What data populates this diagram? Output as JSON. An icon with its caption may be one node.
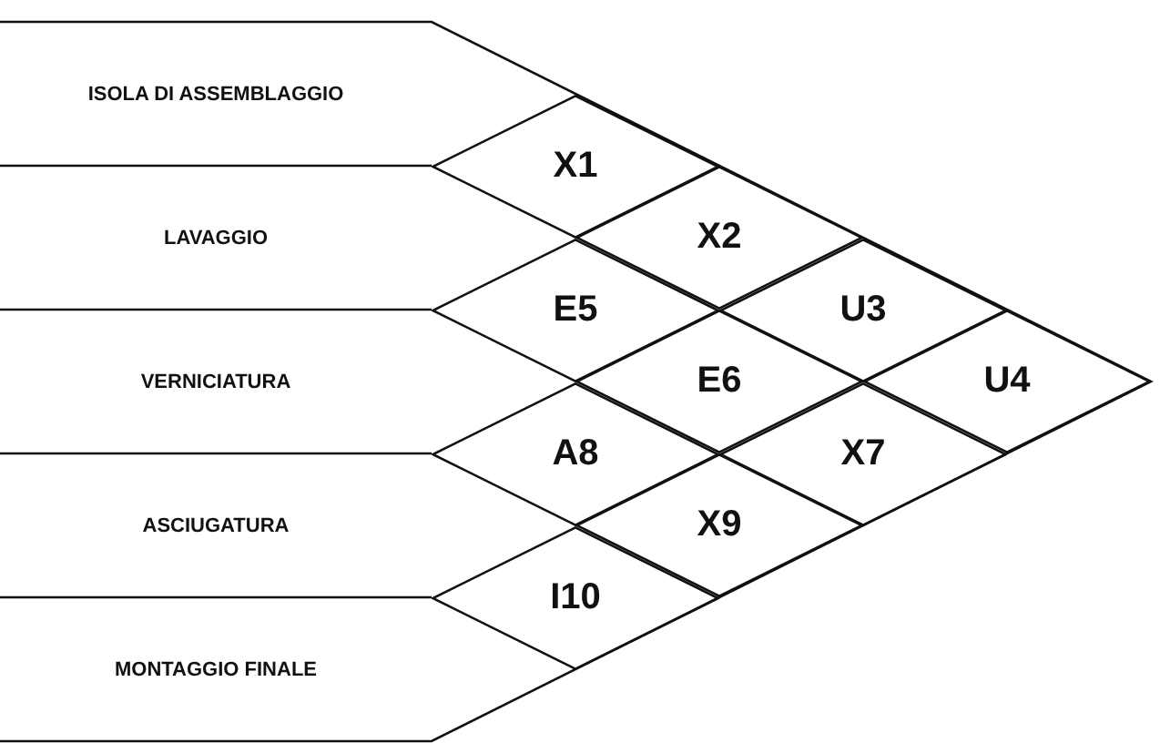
{
  "diagram": {
    "nodes": [
      {
        "text": [
          "ISOLA DI ASSEMBLAGGIO"
        ]
      },
      {
        "text": [
          "LAVAGGIO"
        ]
      },
      {
        "text": [
          "VERNICIATURA"
        ]
      },
      {
        "text": [
          "ASCIUGATURA"
        ]
      },
      {
        "text": [
          "MONTAGGIO FINALE"
        ]
      },
      {
        "text": [
          "X1"
        ]
      },
      {
        "text": [
          "X2"
        ]
      },
      {
        "text": [
          "E5"
        ]
      },
      {
        "text": [
          "U3"
        ]
      },
      {
        "text": [
          "E6"
        ]
      },
      {
        "text": [
          "U4"
        ]
      },
      {
        "text": [
          "A8"
        ]
      },
      {
        "text": [
          "X7"
        ]
      },
      {
        "text": [
          "X9"
        ]
      },
      {
        "text": [
          "I10"
        ]
      }
    ]
  }
}
